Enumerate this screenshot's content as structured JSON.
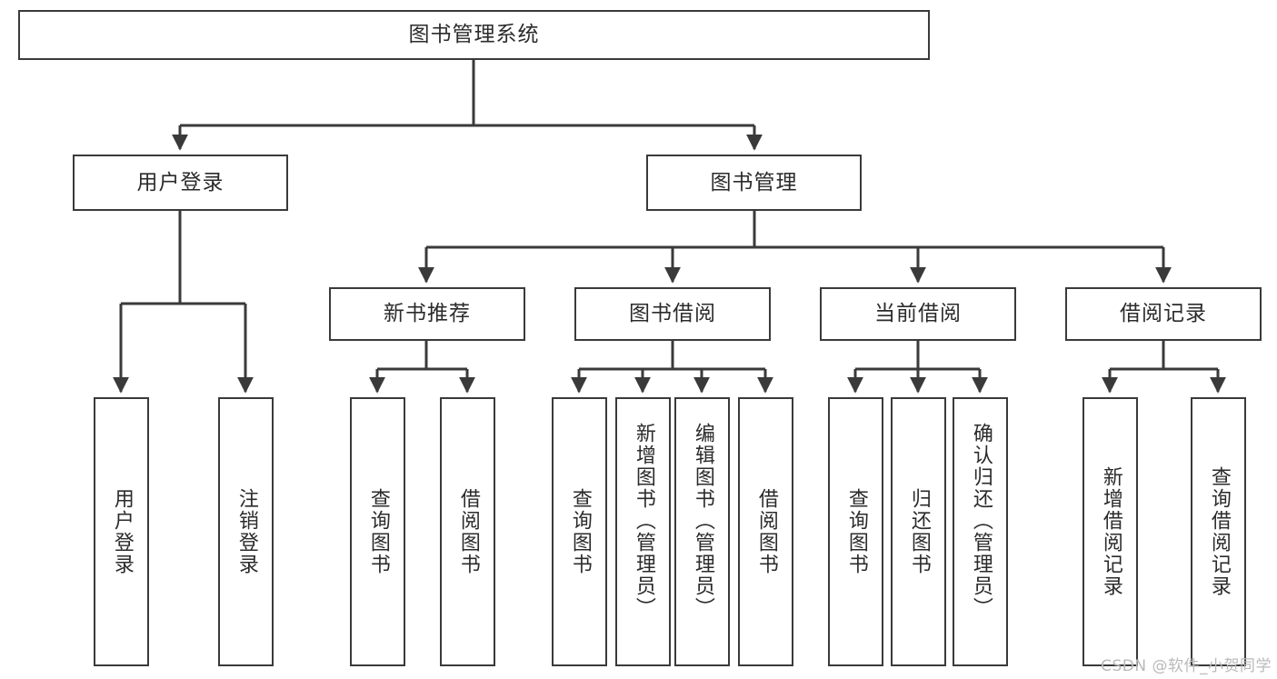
{
  "diagram": {
    "type": "hierarchy-tree",
    "title": "图书管理系统",
    "root": {
      "id": "root",
      "label": "图书管理系统",
      "orientation": "horizontal"
    },
    "level2": [
      {
        "id": "user-login",
        "label": "用户登录",
        "orientation": "horizontal"
      },
      {
        "id": "book-manage",
        "label": "图书管理",
        "orientation": "horizontal"
      }
    ],
    "level3": [
      {
        "id": "new-book-recommend",
        "label": "新书推荐",
        "orientation": "horizontal",
        "parent": "book-manage"
      },
      {
        "id": "book-borrow",
        "label": "图书借阅",
        "orientation": "horizontal",
        "parent": "book-manage"
      },
      {
        "id": "current-borrow",
        "label": "当前借阅",
        "orientation": "horizontal",
        "parent": "book-manage"
      },
      {
        "id": "borrow-record",
        "label": "借阅记录",
        "orientation": "horizontal",
        "parent": "book-manage"
      }
    ],
    "leaves": {
      "user_login": [
        {
          "id": "leaf-user-login",
          "label": "用户登录",
          "orientation": "vertical"
        },
        {
          "id": "leaf-logout-login",
          "label": "注销登录",
          "orientation": "vertical"
        }
      ],
      "new_book_recommend": [
        {
          "id": "leaf-query-book-1",
          "label": "查询图书",
          "orientation": "vertical"
        },
        {
          "id": "leaf-borrow-book-1",
          "label": "借阅图书",
          "orientation": "vertical"
        }
      ],
      "book_borrow": [
        {
          "id": "leaf-query-book-2",
          "label": "查询图书",
          "orientation": "vertical"
        },
        {
          "id": "leaf-add-book",
          "label": "新增图书（管理员）",
          "orientation": "vertical"
        },
        {
          "id": "leaf-edit-book",
          "label": "编辑图书（管理员）",
          "orientation": "vertical"
        },
        {
          "id": "leaf-borrow-book-2",
          "label": "借阅图书",
          "orientation": "vertical"
        }
      ],
      "current_borrow": [
        {
          "id": "leaf-query-book-3",
          "label": "查询图书",
          "orientation": "vertical"
        },
        {
          "id": "leaf-return-book",
          "label": "归还图书",
          "orientation": "vertical"
        },
        {
          "id": "leaf-confirm-return",
          "label": "确认归还（管理员）",
          "orientation": "vertical"
        }
      ],
      "borrow_record": [
        {
          "id": "leaf-add-borrow-record",
          "label": "新增借阅记录",
          "orientation": "vertical"
        },
        {
          "id": "leaf-query-borrow-record",
          "label": "查询借阅记录",
          "orientation": "vertical"
        }
      ]
    },
    "colors": {
      "stroke": "#3a3a3a",
      "text": "#2b2b2b",
      "background": "#ffffff",
      "watermark": "#b9b9b9"
    }
  },
  "watermark": {
    "text": "CSDN @软件_小贺同学"
  }
}
